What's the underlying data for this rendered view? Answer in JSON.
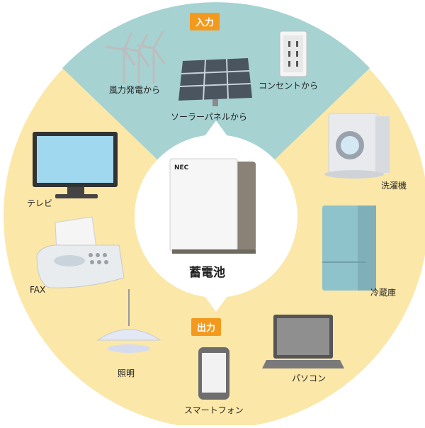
{
  "diagram": {
    "input_tag": "入力",
    "output_tag": "出力",
    "center": {
      "label": "蓄電池",
      "brand": "NEC"
    },
    "inputs": {
      "wind": "風力発電から",
      "solar": "ソーラーパネルから",
      "outlet": "コンセントから"
    },
    "outputs": {
      "tv": "テレビ",
      "fax": "FAX",
      "light": "照明",
      "smartphone": "スマートフォン",
      "pc": "パソコン",
      "fridge": "冷蔵庫",
      "washer": "洗濯機"
    }
  },
  "colors": {
    "input_sector": "#a6d2d2",
    "output_sector": "#fbe7a8",
    "tag": "#f39a1e",
    "center": "#ffffff"
  }
}
